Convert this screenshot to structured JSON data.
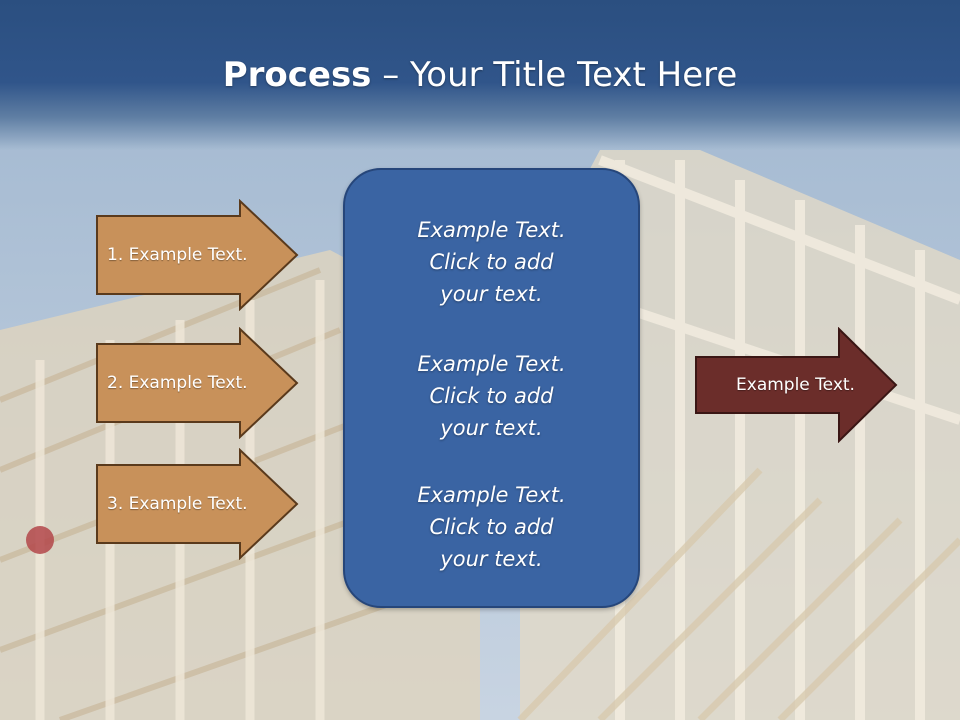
{
  "title": {
    "bold": "Process",
    "rest": " – Your Title Text Here"
  },
  "left_arrows": [
    {
      "label": "1. Example Text."
    },
    {
      "label": "2. Example Text."
    },
    {
      "label": "3. Example Text."
    }
  ],
  "center_box": {
    "blocks": [
      {
        "text": "Example Text.\nClick  to add\nyour text."
      },
      {
        "text": "Example Text.\nClick  to add\nyour text."
      },
      {
        "text": "Example Text.\nClick  to add\nyour text."
      }
    ]
  },
  "right_arrow": {
    "label": "Example Text."
  },
  "colors": {
    "title_bar": "#2b4f80",
    "left_arrow_fill": "#c8915a",
    "left_arrow_border": "#5a3a1c",
    "center_box_fill": "#3a64a3",
    "right_arrow_fill": "#6b2d2a",
    "right_arrow_border": "#3a1614"
  }
}
